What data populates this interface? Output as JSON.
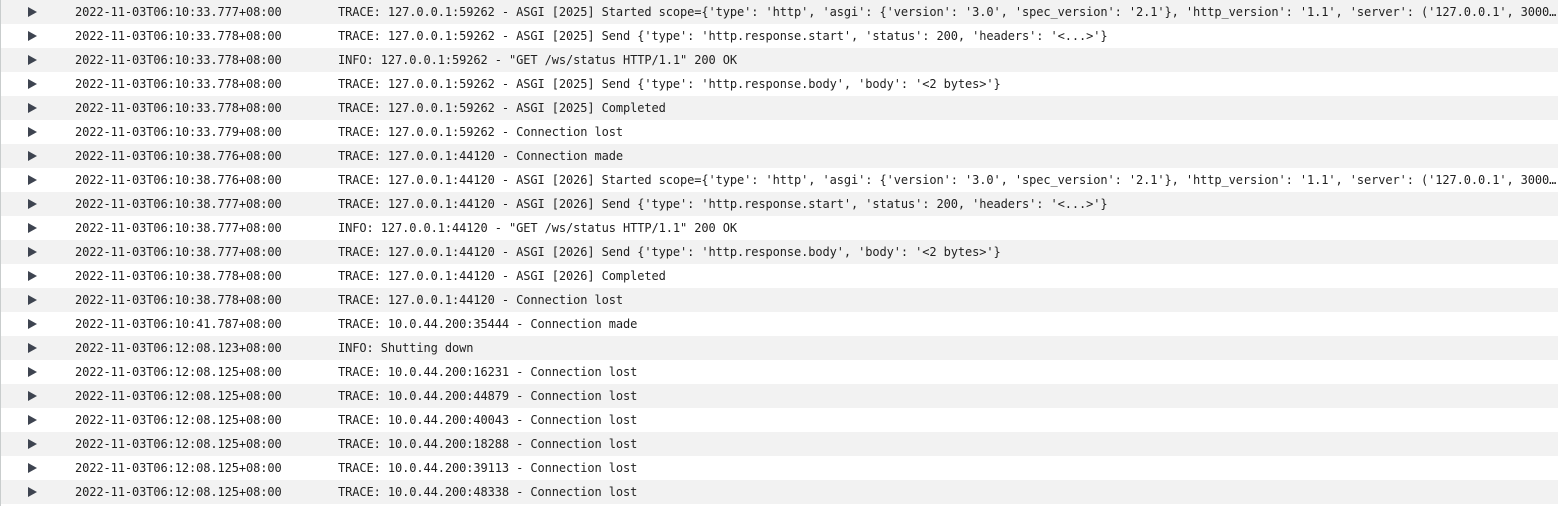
{
  "log_viewer": {
    "icons": {
      "expand_arrow": "right-pointing-triangle"
    },
    "colors": {
      "row_stripe": "#f2f2f2",
      "row_plain": "#ffffff",
      "text": "#1f1f1f",
      "arrow": "#3e4450",
      "left_border": "#c9cdcd"
    },
    "rows": [
      {
        "timestamp": "2022-11-03T06:10:33.777+08:00",
        "message": "TRACE: 127.0.0.1:59262 - ASGI [2025] Started scope={'type': 'http', 'asgi': {'version': '3.0', 'spec_version': '2.1'}, 'http_version': '1.1', 'server': ('127.0.0.1', 3000…"
      },
      {
        "timestamp": "2022-11-03T06:10:33.778+08:00",
        "message": "TRACE: 127.0.0.1:59262 - ASGI [2025] Send {'type': 'http.response.start', 'status': 200, 'headers': '<...>'}"
      },
      {
        "timestamp": "2022-11-03T06:10:33.778+08:00",
        "message": "INFO: 127.0.0.1:59262 - \"GET /ws/status HTTP/1.1\" 200 OK"
      },
      {
        "timestamp": "2022-11-03T06:10:33.778+08:00",
        "message": "TRACE: 127.0.0.1:59262 - ASGI [2025] Send {'type': 'http.response.body', 'body': '<2 bytes>'}"
      },
      {
        "timestamp": "2022-11-03T06:10:33.778+08:00",
        "message": "TRACE: 127.0.0.1:59262 - ASGI [2025] Completed"
      },
      {
        "timestamp": "2022-11-03T06:10:33.779+08:00",
        "message": "TRACE: 127.0.0.1:59262 - Connection lost"
      },
      {
        "timestamp": "2022-11-03T06:10:38.776+08:00",
        "message": "TRACE: 127.0.0.1:44120 - Connection made"
      },
      {
        "timestamp": "2022-11-03T06:10:38.776+08:00",
        "message": "TRACE: 127.0.0.1:44120 - ASGI [2026] Started scope={'type': 'http', 'asgi': {'version': '3.0', 'spec_version': '2.1'}, 'http_version': '1.1', 'server': ('127.0.0.1', 3000…"
      },
      {
        "timestamp": "2022-11-03T06:10:38.777+08:00",
        "message": "TRACE: 127.0.0.1:44120 - ASGI [2026] Send {'type': 'http.response.start', 'status': 200, 'headers': '<...>'}"
      },
      {
        "timestamp": "2022-11-03T06:10:38.777+08:00",
        "message": "INFO: 127.0.0.1:44120 - \"GET /ws/status HTTP/1.1\" 200 OK"
      },
      {
        "timestamp": "2022-11-03T06:10:38.777+08:00",
        "message": "TRACE: 127.0.0.1:44120 - ASGI [2026] Send {'type': 'http.response.body', 'body': '<2 bytes>'}"
      },
      {
        "timestamp": "2022-11-03T06:10:38.778+08:00",
        "message": "TRACE: 127.0.0.1:44120 - ASGI [2026] Completed"
      },
      {
        "timestamp": "2022-11-03T06:10:38.778+08:00",
        "message": "TRACE: 127.0.0.1:44120 - Connection lost"
      },
      {
        "timestamp": "2022-11-03T06:10:41.787+08:00",
        "message": "TRACE: 10.0.44.200:35444 - Connection made"
      },
      {
        "timestamp": "2022-11-03T06:12:08.123+08:00",
        "message": "INFO: Shutting down"
      },
      {
        "timestamp": "2022-11-03T06:12:08.125+08:00",
        "message": "TRACE: 10.0.44.200:16231 - Connection lost"
      },
      {
        "timestamp": "2022-11-03T06:12:08.125+08:00",
        "message": "TRACE: 10.0.44.200:44879 - Connection lost"
      },
      {
        "timestamp": "2022-11-03T06:12:08.125+08:00",
        "message": "TRACE: 10.0.44.200:40043 - Connection lost"
      },
      {
        "timestamp": "2022-11-03T06:12:08.125+08:00",
        "message": "TRACE: 10.0.44.200:18288 - Connection lost"
      },
      {
        "timestamp": "2022-11-03T06:12:08.125+08:00",
        "message": "TRACE: 10.0.44.200:39113 - Connection lost"
      },
      {
        "timestamp": "2022-11-03T06:12:08.125+08:00",
        "message": "TRACE: 10.0.44.200:48338 - Connection lost"
      }
    ]
  }
}
